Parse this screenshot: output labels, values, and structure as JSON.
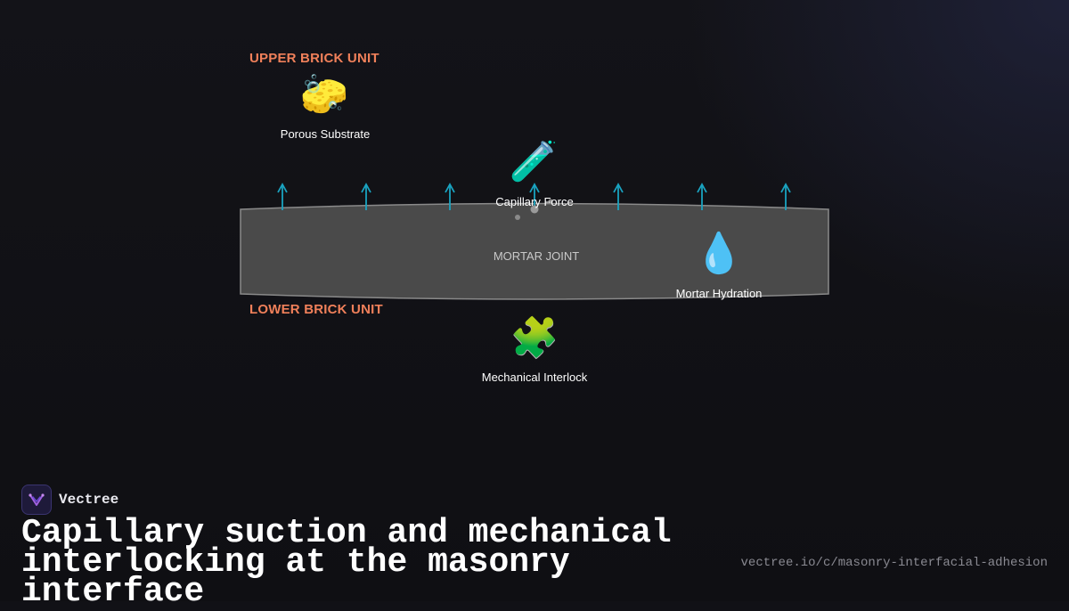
{
  "diagram": {
    "upper_brick_label": "UPPER BRICK UNIT",
    "lower_brick_label": "LOWER BRICK UNIT",
    "mortar_label": "MORTAR JOINT",
    "nodes": {
      "porous_substrate": {
        "icon": "sponge-icon",
        "glyph": "🧽",
        "label": "Porous Substrate"
      },
      "capillary_force": {
        "icon": "test-tube-icon",
        "glyph": "🧪",
        "label": "Capillary Force"
      },
      "mortar_hydration": {
        "icon": "droplet-icon",
        "glyph": "💧",
        "label": "Mortar Hydration"
      },
      "mechanical_interlock": {
        "icon": "puzzle-piece-icon",
        "glyph": "🧩",
        "label": "Mechanical Interlock"
      }
    },
    "colors": {
      "brick_label": "#f0805a",
      "arrow": "#1aa3c0",
      "mortar_fill": "#4a4a4a",
      "mortar_stroke": "#8a8a8a"
    }
  },
  "footer": {
    "brand_name": "Vectree",
    "title": "Capillary suction and mechanical interlocking at the masonry interface",
    "url": "vectree.io/c/masonry-interfacial-adhesion"
  }
}
